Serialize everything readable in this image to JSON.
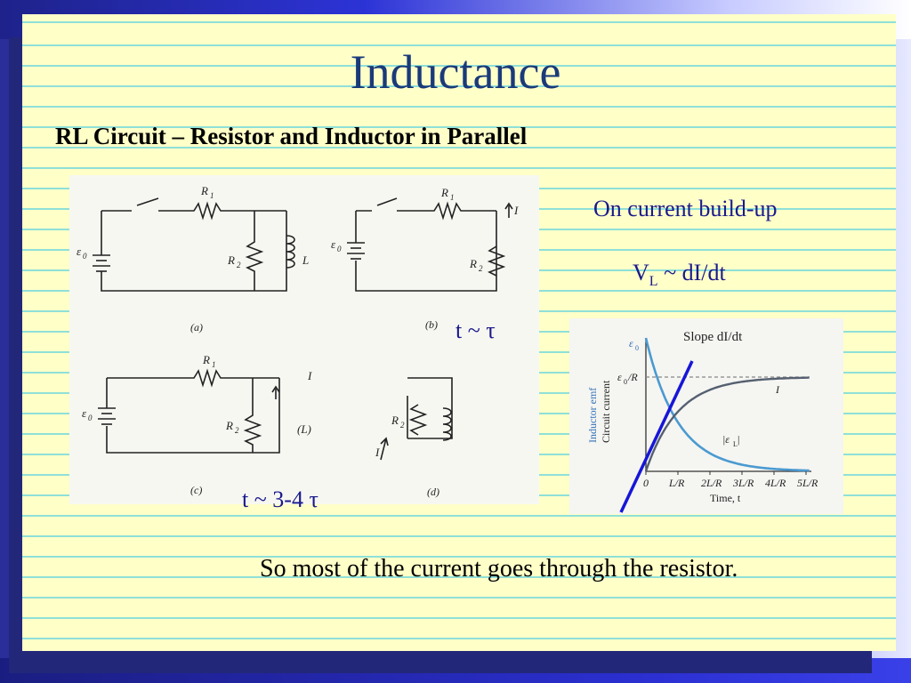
{
  "slide": {
    "title": "Inductance",
    "subtitle": "RL Circuit – Resistor and Inductor in Parallel",
    "annotation_t_tau": "t ~ τ",
    "annotation_t_34_tau": "t ~ 3-4 τ",
    "on_current_buildup": "On current build-up",
    "vl_symbol": "V",
    "vl_subscript": "L",
    "vl_relation": " ~ dI/dt",
    "conclusion": "So most of the current goes through the resistor."
  },
  "circuits": {
    "labels": {
      "r1": "R",
      "r1_sub": "1",
      "r2": "R",
      "r2_sub": "2",
      "inductor": "L",
      "emf": "ε",
      "emf_sub": "0",
      "current": "I",
      "inductor_paren": "(L)"
    },
    "captions": [
      "(a)",
      "(b)",
      "(c)",
      "(d)"
    ]
  },
  "graph": {
    "slope_label": "Slope  dI/dt",
    "y_label_inductor": "Inductor emf",
    "y_label_current": "Circuit current",
    "y_tick_emf": "ε",
    "y_tick_emf_sub": "0",
    "y_tick_emf_r": "ε",
    "y_tick_emf_r_rest": "/R",
    "x_ticks": [
      "0",
      "L/R",
      "2L/R",
      "3L/R",
      "4L/R",
      "5L/R"
    ],
    "x_axis_label": "Time, t",
    "curve_label_current": "I",
    "curve_label_emf": "|ε",
    "curve_label_emf_sub": "L",
    "curve_label_emf_close": "|",
    "colors": {
      "emf_curve": "#4a9ad0",
      "current_curve": "#556070",
      "slope_line": "#1616d8"
    }
  }
}
